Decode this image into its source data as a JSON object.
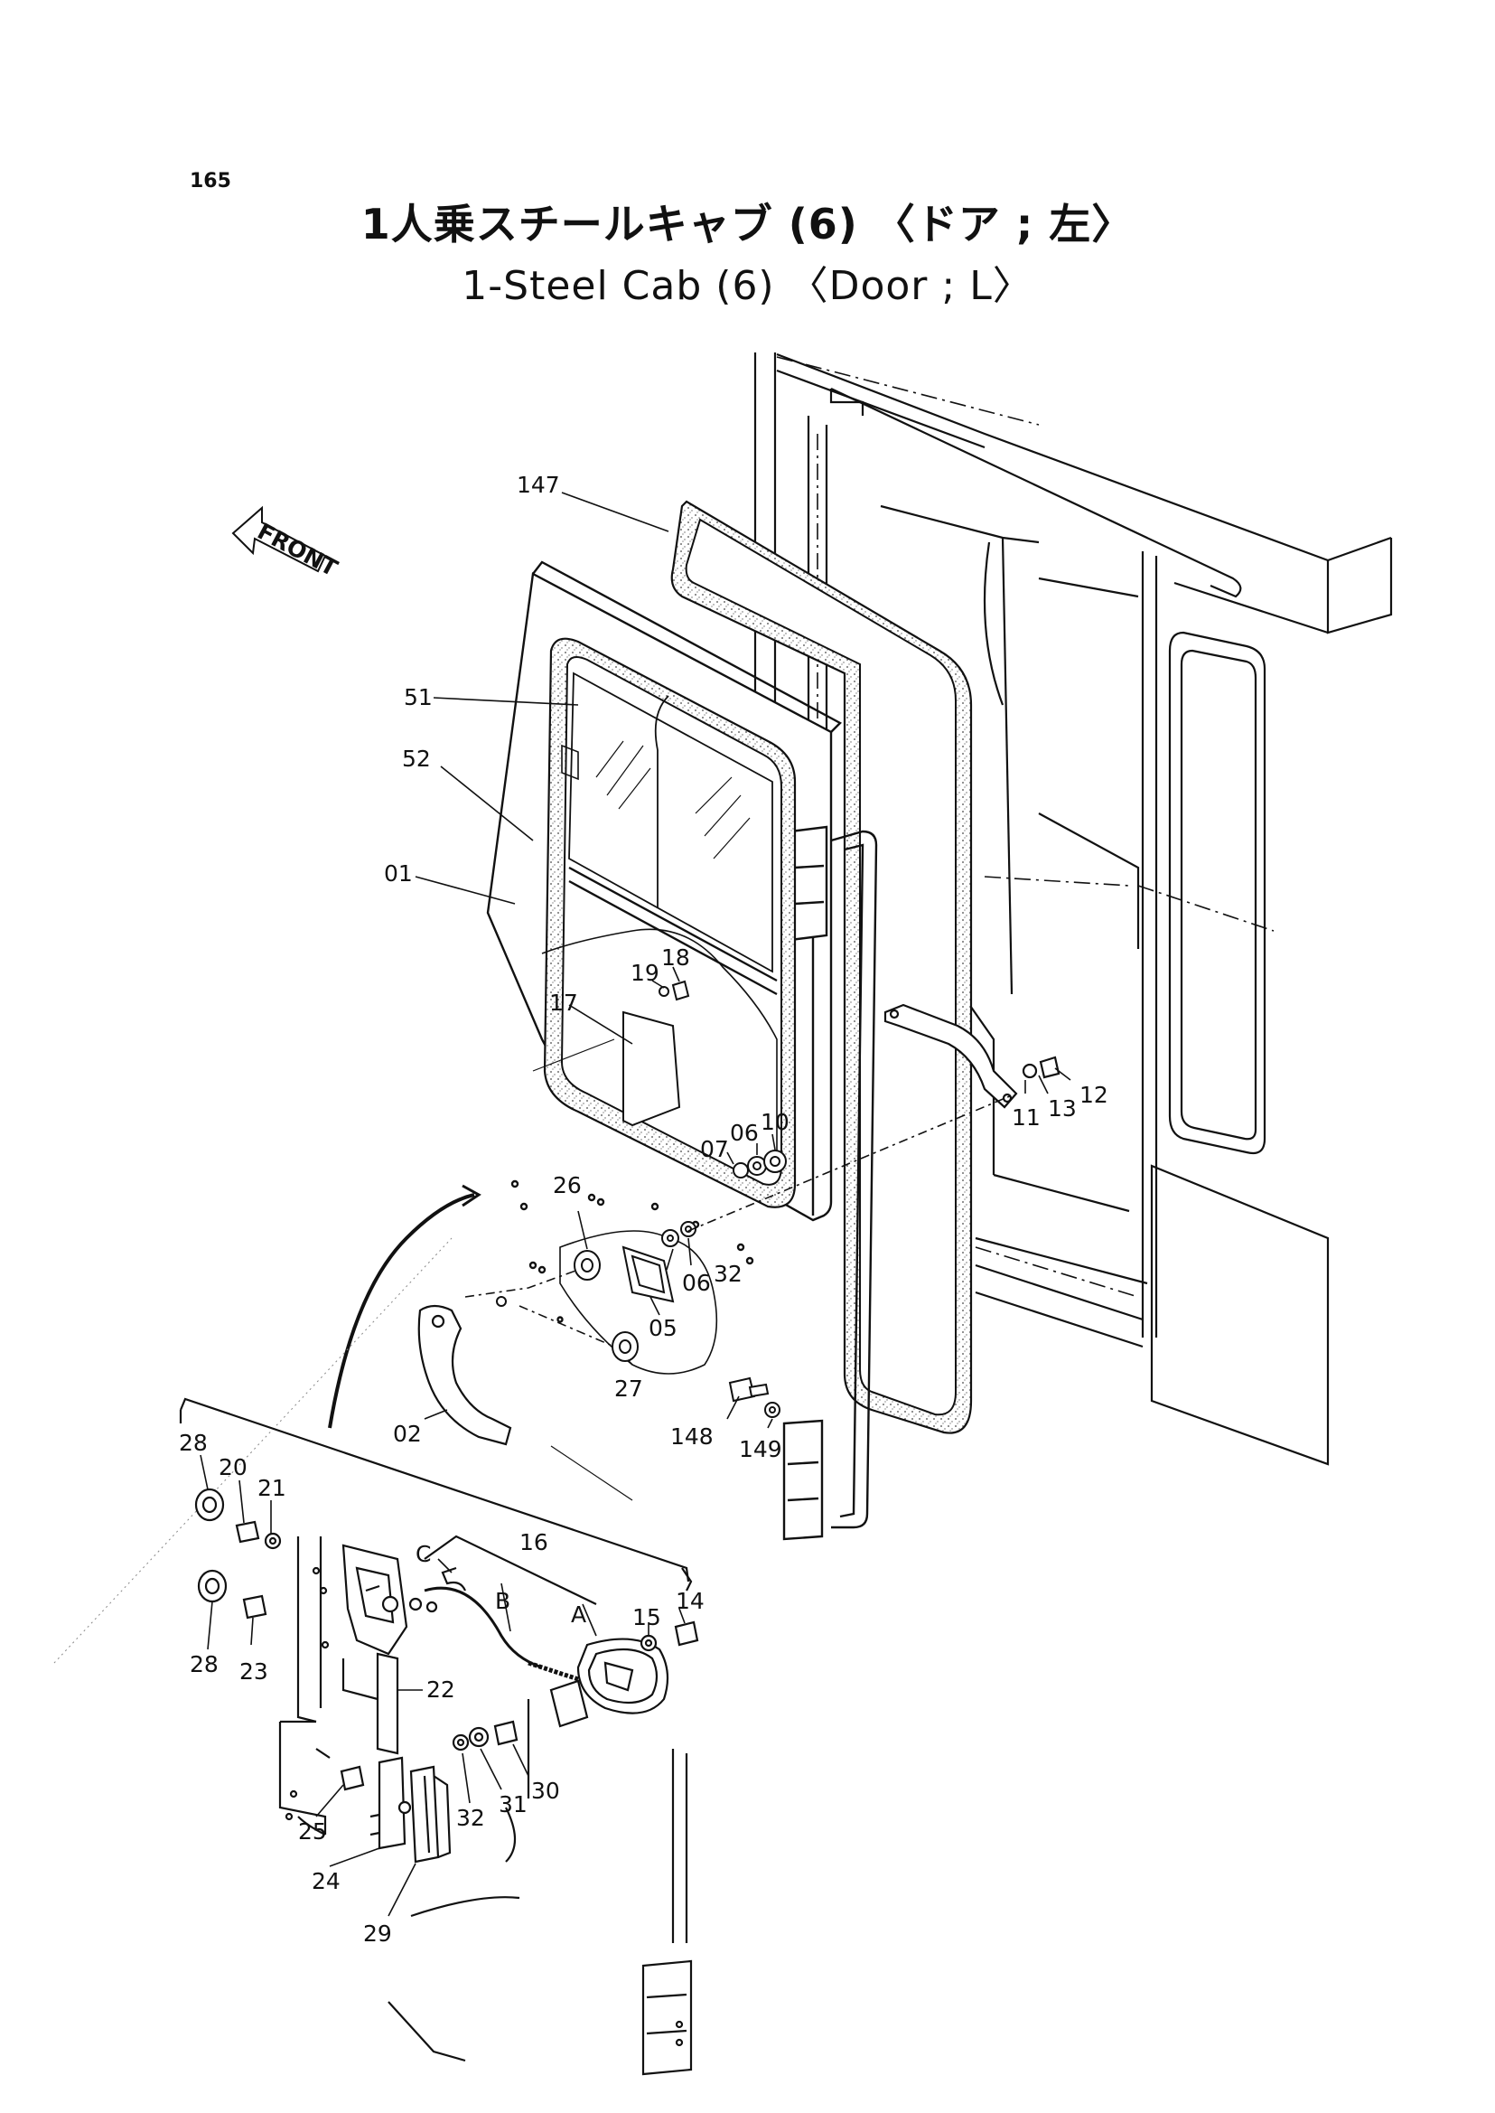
{
  "page": {
    "number": "165",
    "title_jp": "1人乗スチールキャブ (6) 〈ドア ; 左〉",
    "title_en": "1-Steel Cab (6) 〈Door ; L〉"
  },
  "front_label": "FRONT",
  "part_labels": {
    "p147": "147",
    "p51": "51",
    "p52": "52",
    "p01": "01",
    "p19": "19",
    "p18": "18",
    "p17": "17",
    "p06a": "06",
    "p10": "10",
    "p07": "07",
    "p26": "26",
    "p32a": "32",
    "p06b": "06",
    "p05": "05",
    "p27": "27",
    "p02": "02",
    "p11": "11",
    "p13": "13",
    "p12": "12",
    "p148": "148",
    "p149": "149",
    "p28a": "28",
    "p20": "20",
    "p21": "21",
    "p28b": "28",
    "p23": "23",
    "p16": "16",
    "pC": "C",
    "pB": "B",
    "pA": "A",
    "p15": "15",
    "p14": "14",
    "p22": "22",
    "p30": "30",
    "p31": "31",
    "p32b": "32",
    "p25": "25",
    "p24": "24",
    "p29": "29"
  }
}
